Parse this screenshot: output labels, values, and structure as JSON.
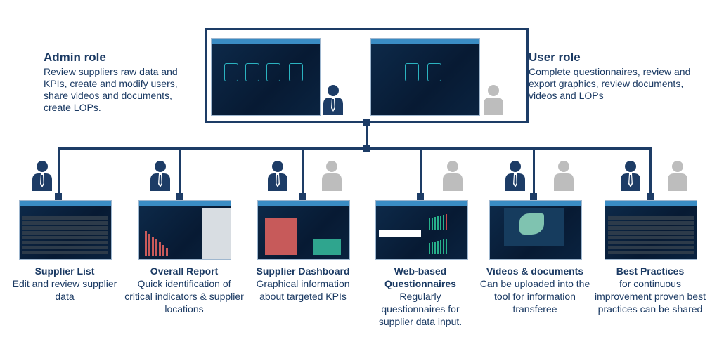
{
  "admin": {
    "title": "Admin role",
    "description": "Review suppliers raw data and KPIs, create and modify users, share videos and documents, create LOPs."
  },
  "user": {
    "title": "User role",
    "description": "Complete questionnaires, review and export graphics, review documents, videos and LOPs"
  },
  "colors": {
    "navy": "#1d3c66",
    "gray_user": "#bdbdbd",
    "screen_bg": "#0b2544",
    "accent": "#3a8cc4"
  },
  "modules": [
    {
      "title": "Supplier List",
      "description": "Edit and review supplier data",
      "roles": [
        "admin"
      ]
    },
    {
      "title": "Overall Report",
      "description": "Quick identification of critical indicators & supplier locations",
      "roles": [
        "admin"
      ]
    },
    {
      "title": "Supplier Dashboard",
      "description": "Graphical information about targeted KPIs",
      "roles": [
        "admin",
        "user"
      ]
    },
    {
      "title": "Web-based Questionnaires",
      "description": "Regularly questionnaires for supplier data input.",
      "roles": [
        "user"
      ]
    },
    {
      "title": "Videos & documents",
      "description": "Can be uploaded into the tool for information transferee",
      "roles": [
        "admin",
        "user"
      ]
    },
    {
      "title": "Best Practices",
      "description": "for continuous improvement proven best practices can be shared",
      "roles": [
        "admin",
        "user"
      ]
    }
  ]
}
